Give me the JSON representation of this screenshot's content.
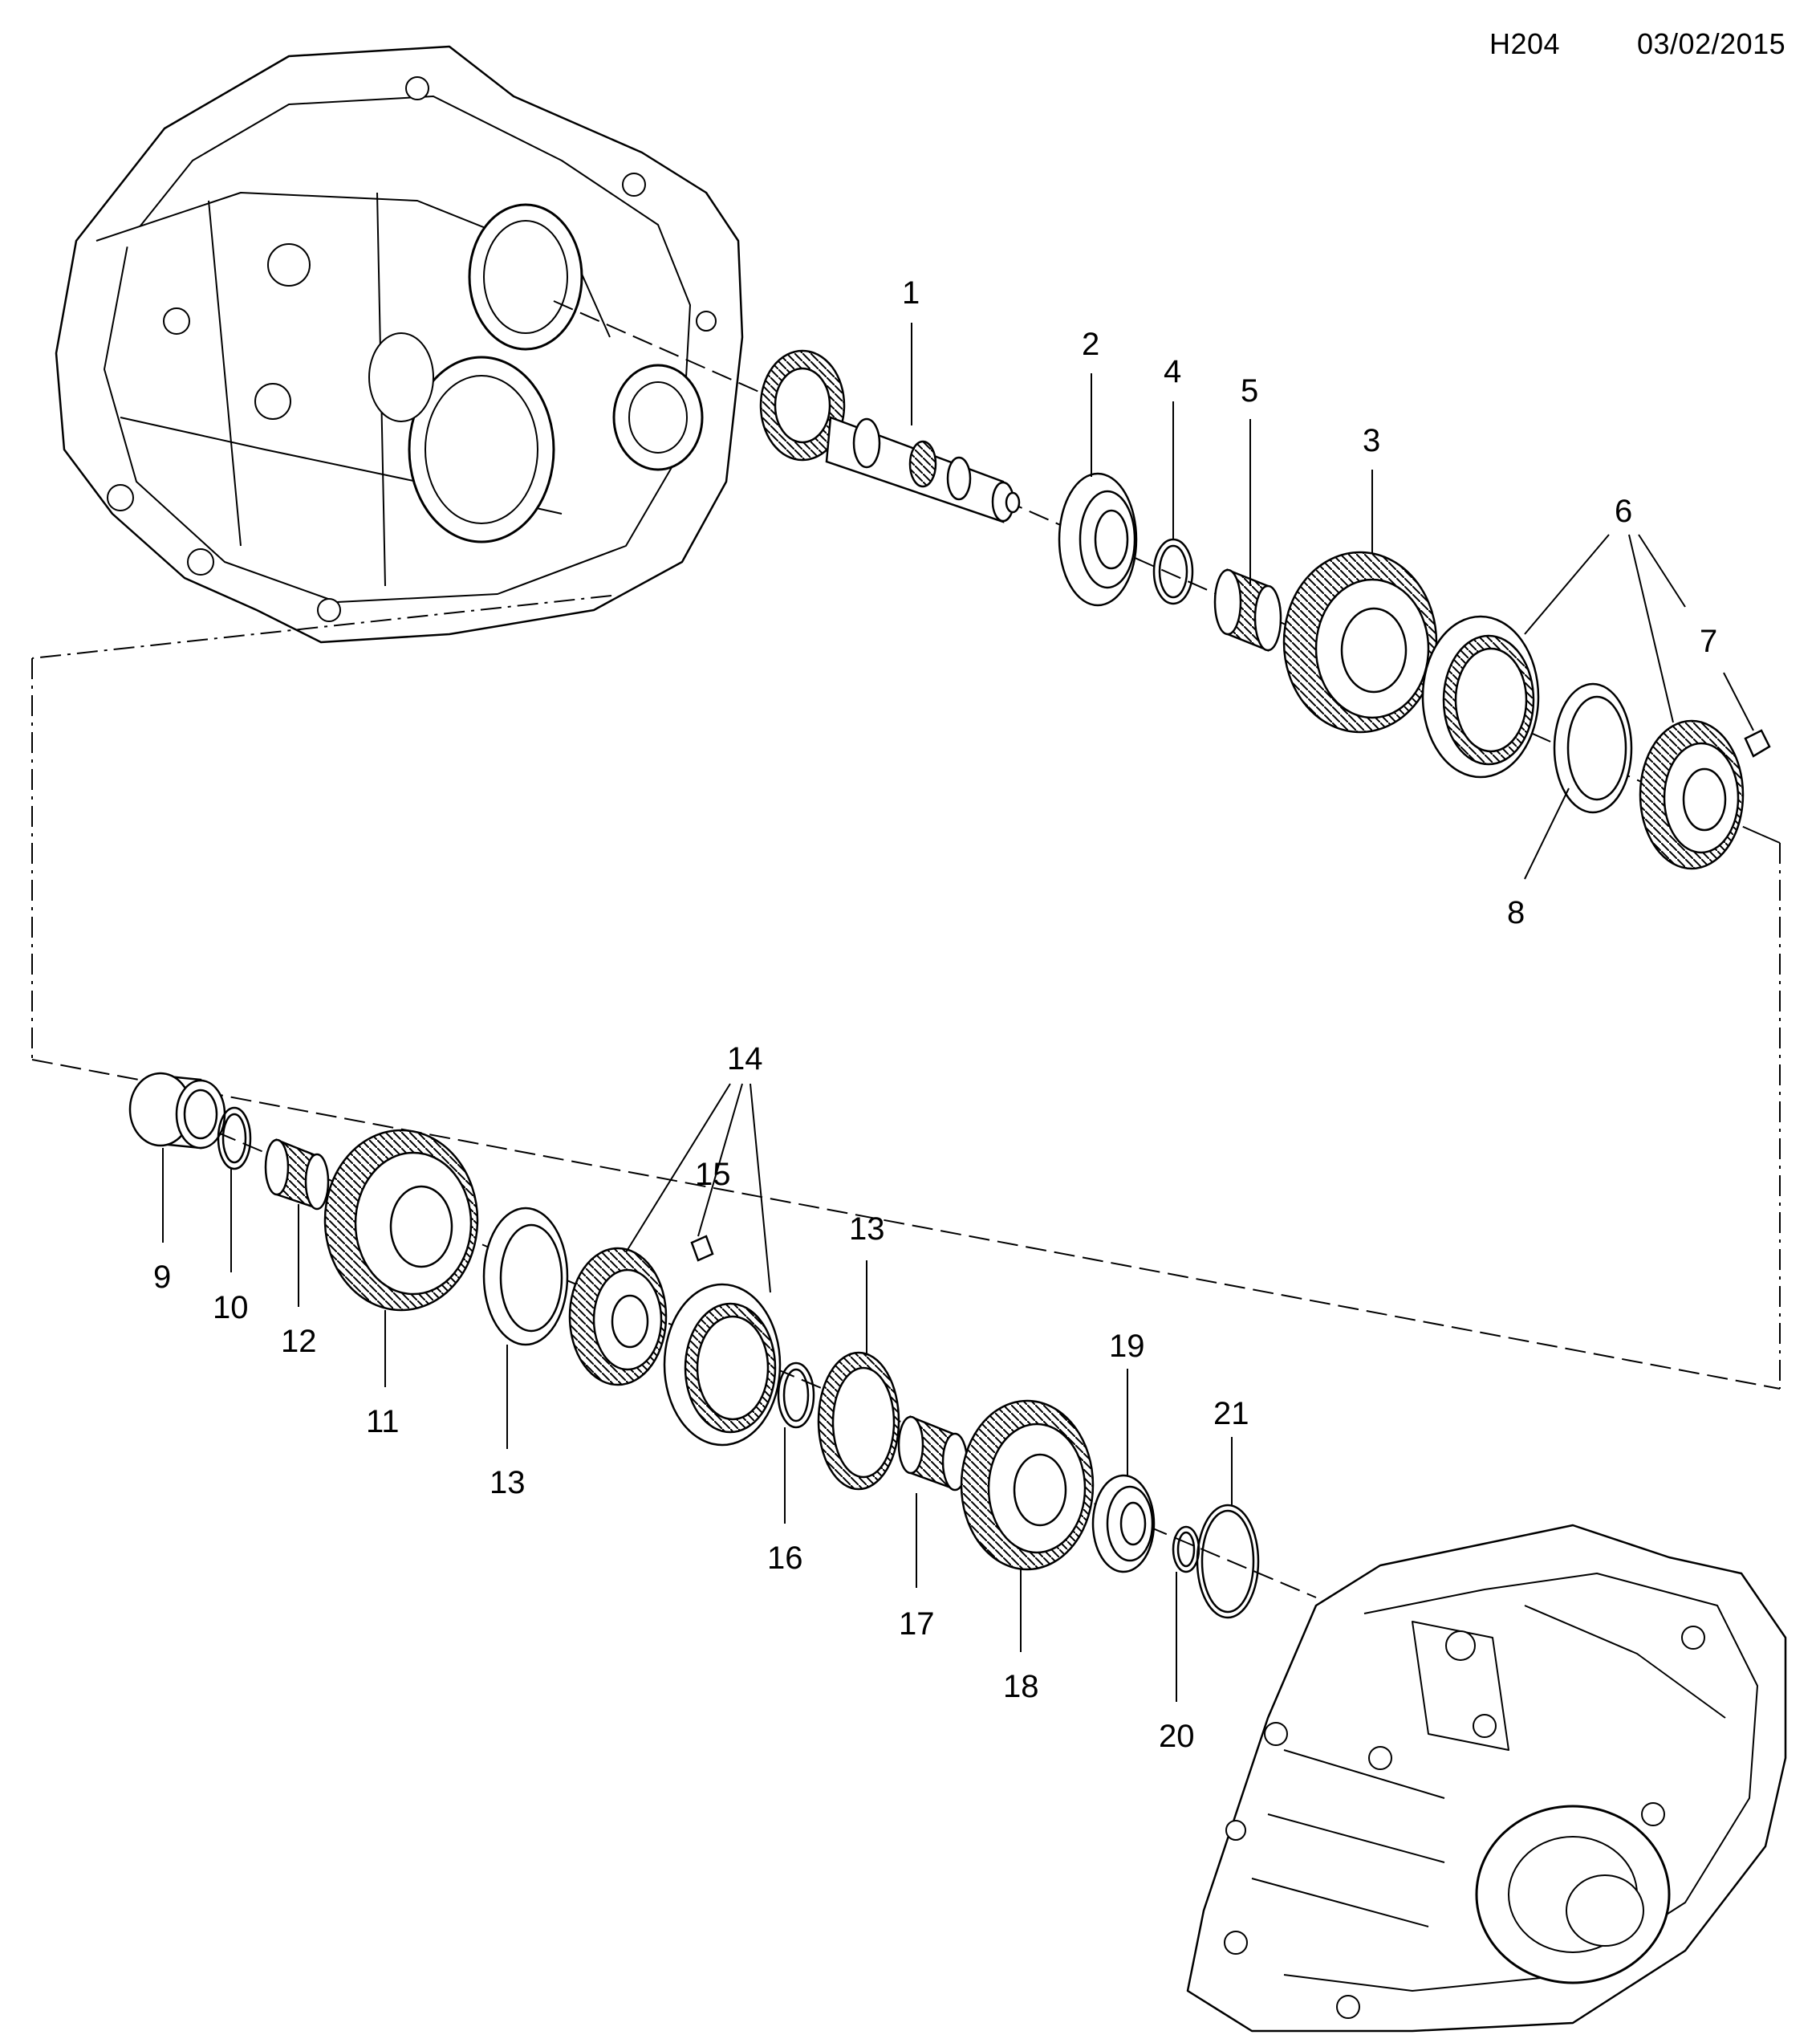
{
  "header": {
    "code": "H204",
    "date": "03/02/2015"
  },
  "callouts": [
    {
      "id": "c1",
      "text": "1"
    },
    {
      "id": "c2",
      "text": "2"
    },
    {
      "id": "c4",
      "text": "4"
    },
    {
      "id": "c5",
      "text": "5"
    },
    {
      "id": "c3",
      "text": "3"
    },
    {
      "id": "c6",
      "text": "6"
    },
    {
      "id": "c7",
      "text": "7"
    },
    {
      "id": "c8",
      "text": "8"
    },
    {
      "id": "c9",
      "text": "9"
    },
    {
      "id": "c10",
      "text": "10"
    },
    {
      "id": "c12",
      "text": "12"
    },
    {
      "id": "c11",
      "text": "11"
    },
    {
      "id": "c13a",
      "text": "13"
    },
    {
      "id": "c14",
      "text": "14"
    },
    {
      "id": "c15",
      "text": "15"
    },
    {
      "id": "c13b",
      "text": "13"
    },
    {
      "id": "c16",
      "text": "16"
    },
    {
      "id": "c17",
      "text": "17"
    },
    {
      "id": "c18",
      "text": "18"
    },
    {
      "id": "c19",
      "text": "19"
    },
    {
      "id": "c20",
      "text": "20"
    },
    {
      "id": "c21",
      "text": "21"
    }
  ]
}
